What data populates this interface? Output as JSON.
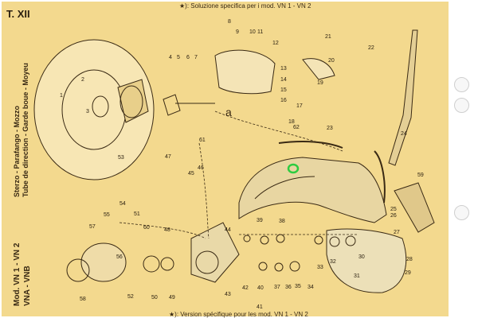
{
  "header": {
    "plate_number": "T. XII",
    "top_caption": "★): Soluzione specifica per i mod. VN 1 - VN 2",
    "bottom_caption": "★): Version spécifique pour les mod. VN 1 - VN 2"
  },
  "side_titles": {
    "names_line1": "Sterzo - Parafango - Mozzo",
    "names_line2": "Tube de direction - Garde boue - Moyeu",
    "models_line1": "Mod. VN 1 - VN 2",
    "models_line2": "VNA - VNB"
  },
  "inset_letter": "a",
  "part_numbers": [
    "1",
    "2",
    "3",
    "4",
    "5",
    "6",
    "7",
    "8",
    "9",
    "10",
    "11",
    "12",
    "13",
    "14",
    "15",
    "16",
    "17",
    "18",
    "19",
    "20",
    "21",
    "22",
    "23",
    "24",
    "25",
    "26",
    "27",
    "28",
    "29",
    "30",
    "31",
    "32",
    "33",
    "34",
    "35",
    "36",
    "37",
    "38",
    "39",
    "40",
    "41",
    "42",
    "43",
    "44",
    "45",
    "46",
    "47",
    "48",
    "49",
    "50",
    "51",
    "52",
    "53",
    "54",
    "55",
    "56",
    "57",
    "58",
    "59",
    "60",
    "61",
    "62"
  ],
  "colors": {
    "paper": "#f3d98e",
    "ink": "#3a2a14",
    "highlight": "#2ecc40"
  }
}
